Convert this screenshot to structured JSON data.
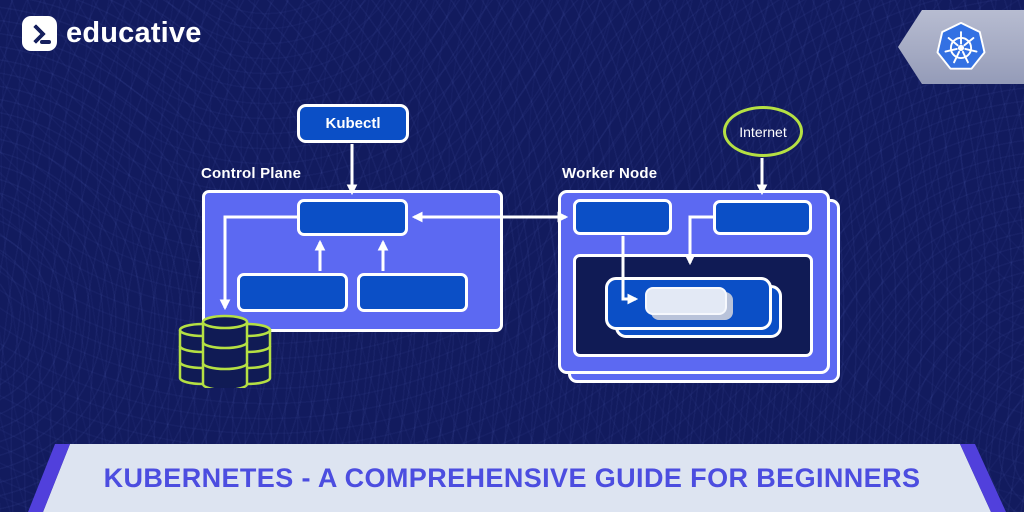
{
  "brand": {
    "wordmark": "educative"
  },
  "kubernetes_badge": {
    "icon": "kubernetes-helm-wheel"
  },
  "diagram": {
    "kubectl": "Kubectl",
    "control_plane": "Control Plane",
    "worker_node": "Worker Node",
    "internet": "Internet",
    "icons": {
      "database": "etcd-database-cylinders",
      "arrows": [
        "kubectl-to-api-server",
        "api-server-to-kubelet-bidirectional",
        "scheduler-to-api-server",
        "controller-to-api-server",
        "api-server-to-etcd",
        "internet-to-kube-proxy",
        "kubelet-to-container",
        "kube-proxy-to-pod"
      ]
    }
  },
  "banner": {
    "title": "KUBERNETES - A COMPREHENSIVE GUIDE FOR BEGINNERS"
  },
  "colors": {
    "background": "#121b5e",
    "panel_periwinkle": "#5c69f2",
    "box_blue": "#0b4fc6",
    "pod_panel_navy": "#101b55",
    "lime_accent": "#b5e043",
    "banner_background": "#dde4f1",
    "banner_text": "#4c4de0",
    "banner_stripe": "#5140dc",
    "kubernetes_blue": "#3371e3",
    "badge_gray": "#aab0c8",
    "white": "#ffffff"
  }
}
